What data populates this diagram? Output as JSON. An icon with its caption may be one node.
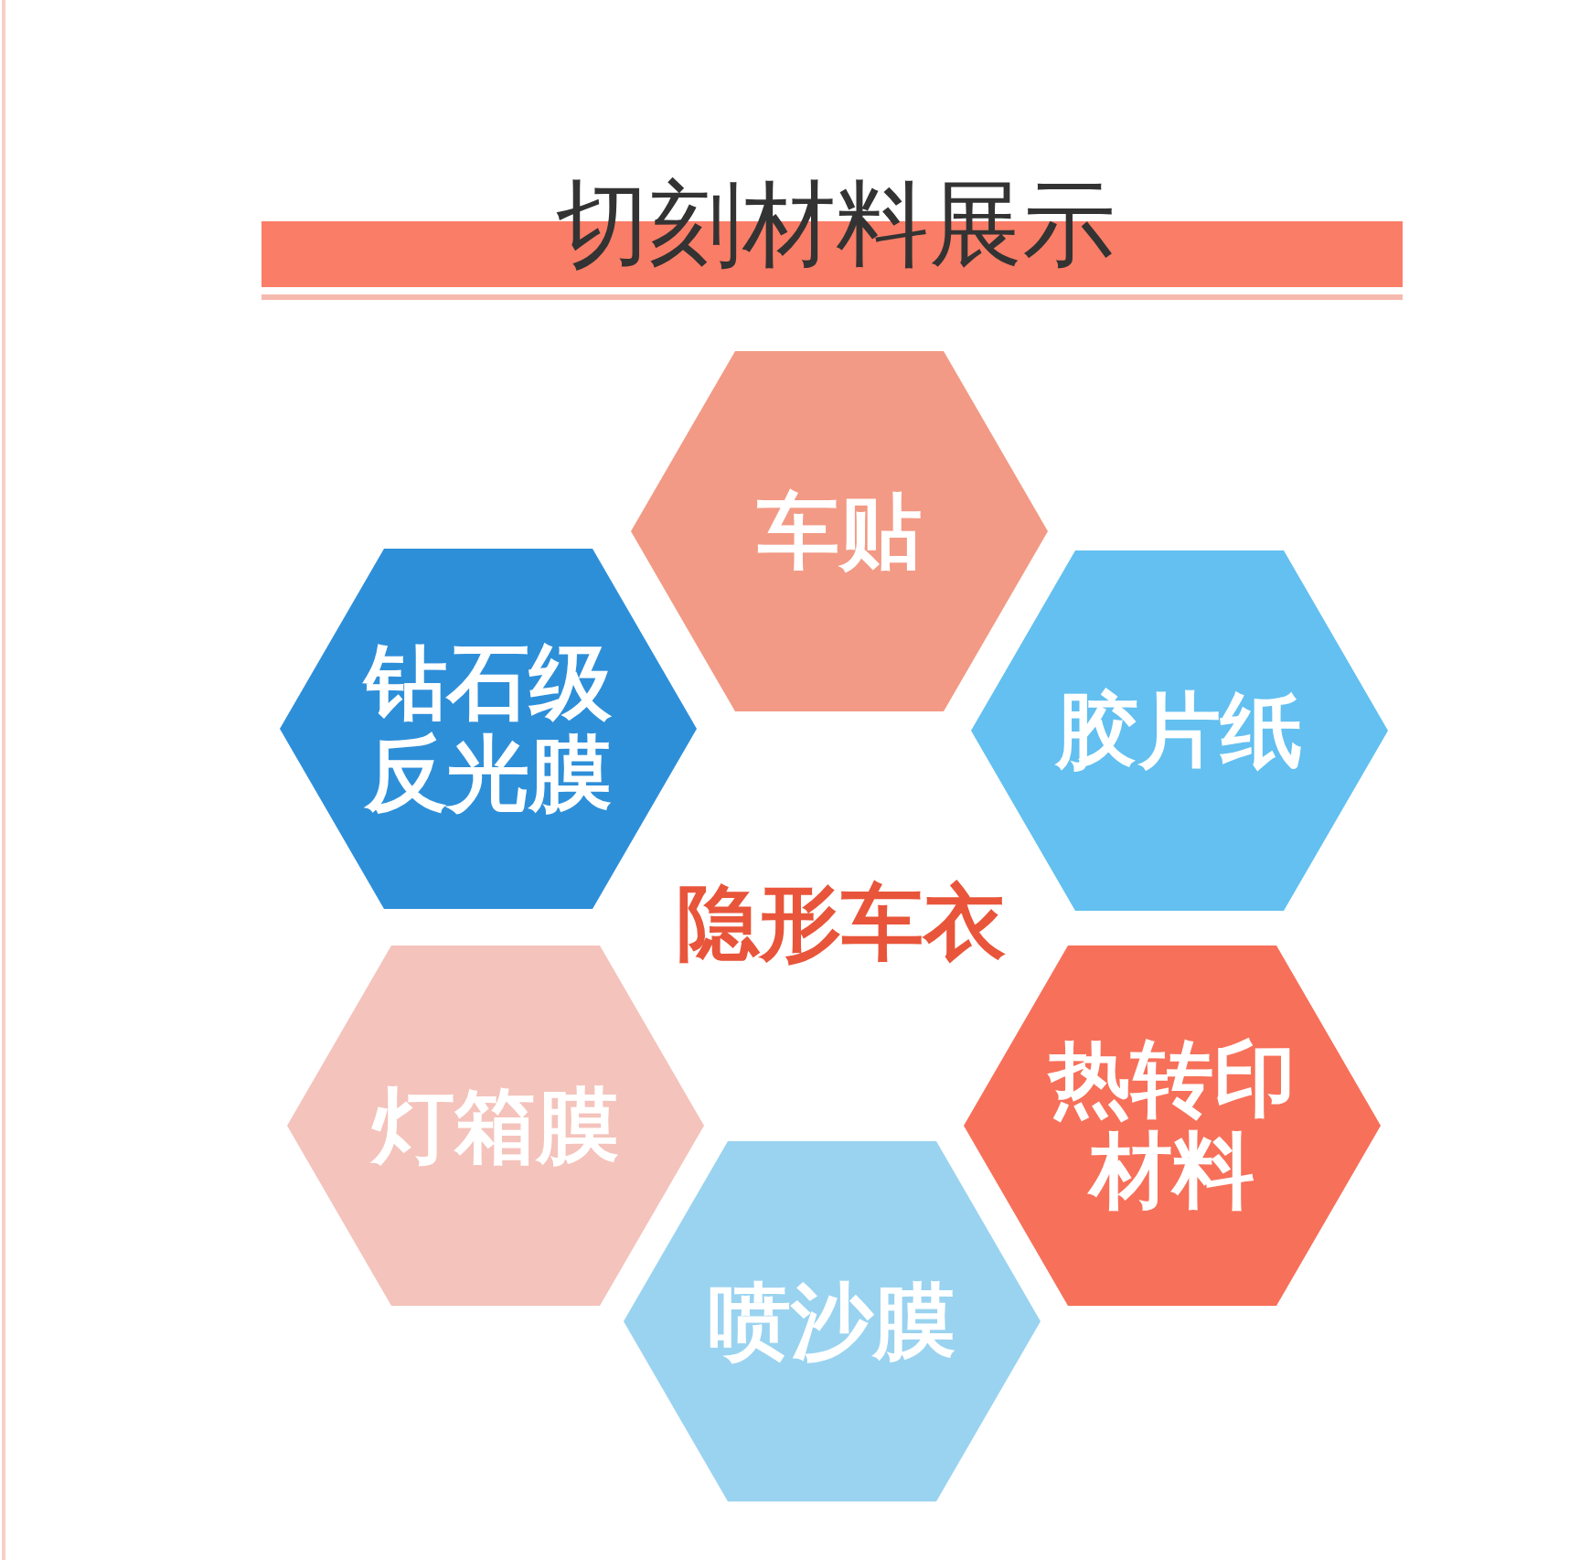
{
  "diagram": {
    "title": "切刻材料展示",
    "nodes": [
      {
        "text": [
          "车贴"
        ]
      },
      {
        "text": [
          "钻石级反光膜"
        ]
      },
      {
        "text": [
          "胶片纸"
        ]
      },
      {
        "text": [
          "灯箱膜"
        ]
      },
      {
        "text": [
          "热转印材料"
        ]
      },
      {
        "text": [
          "喷沙膜"
        ]
      }
    ],
    "labels": [
      "隐形车衣"
    ]
  }
}
